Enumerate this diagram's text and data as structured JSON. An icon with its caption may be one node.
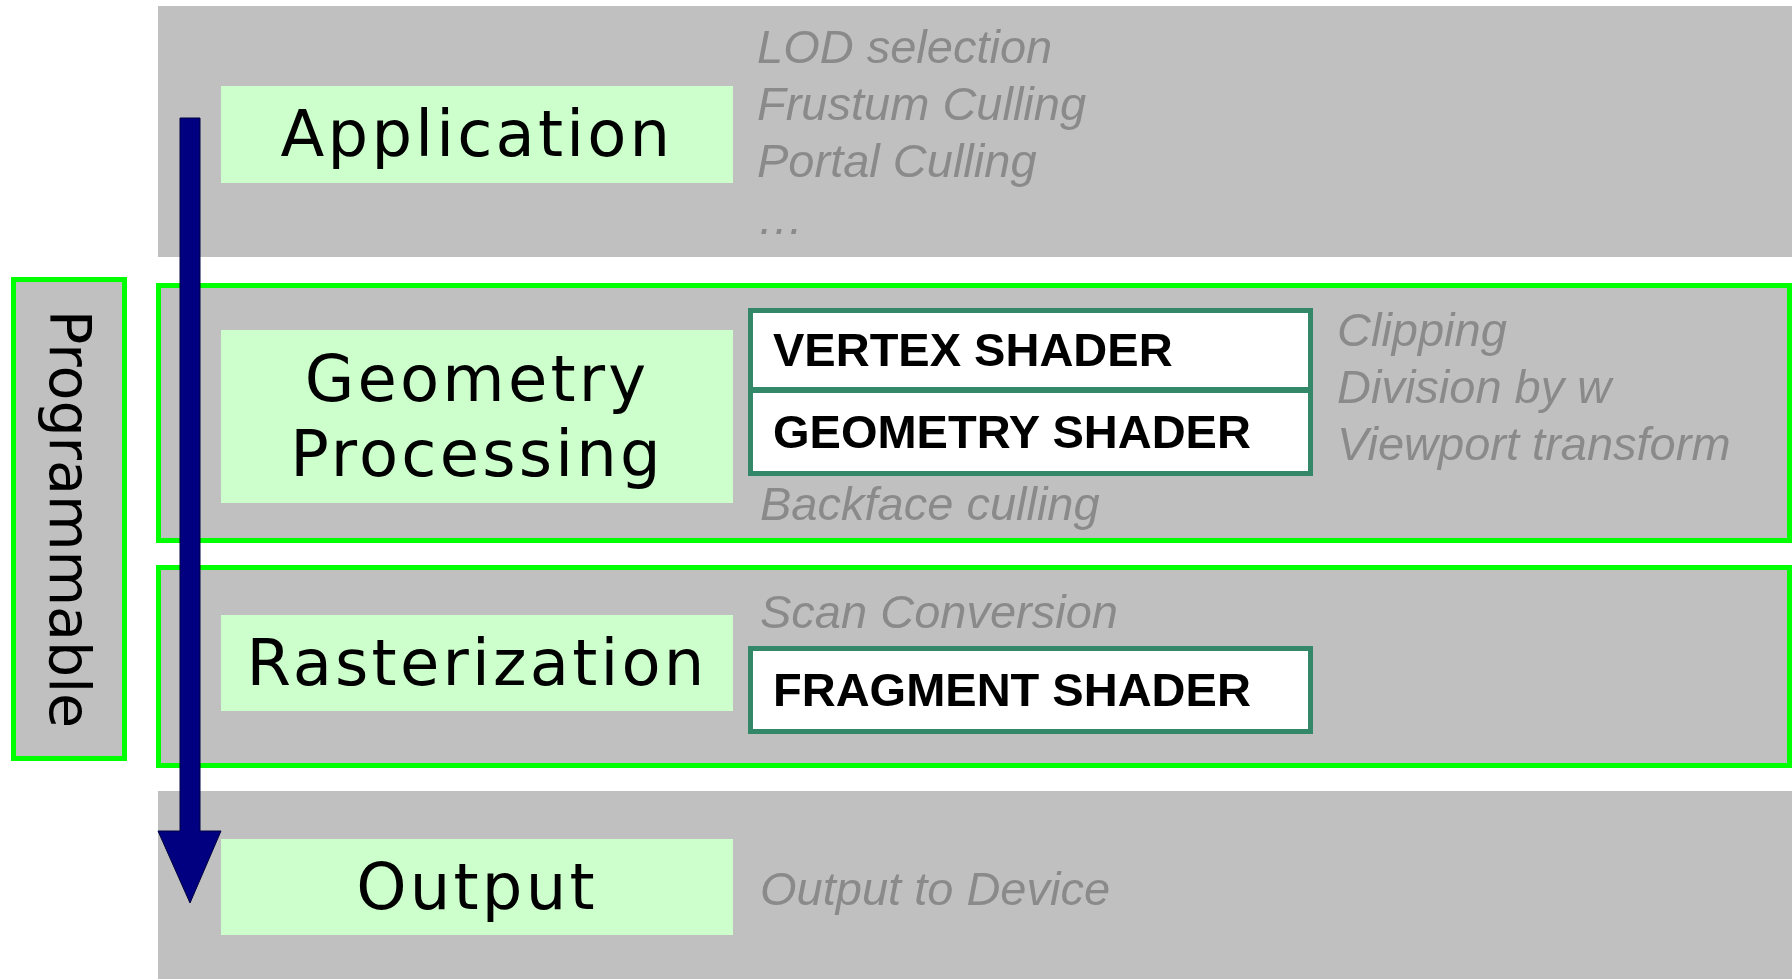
{
  "diagram": {
    "nodes": [
      {
        "text": [],
        "shape": "band"
      },
      {
        "text": [
          "Application"
        ],
        "in": 0
      },
      {
        "text": [],
        "shape": "band"
      },
      {
        "text": [
          "Geometry Processing"
        ],
        "in": 2
      },
      {
        "text": [
          "VERTEX SHADER"
        ],
        "in": 2
      },
      {
        "text": [
          "GEOMETRY SHADER"
        ],
        "in": 2
      },
      {
        "text": [],
        "shape": "band"
      },
      {
        "text": [
          "Rasterization"
        ],
        "in": 6
      },
      {
        "text": [
          "FRAGMENT SHADER"
        ],
        "in": 6
      },
      {
        "text": [],
        "shape": "band"
      },
      {
        "text": [
          "Output"
        ],
        "in": 9
      },
      {
        "text": [
          "Programmable"
        ]
      }
    ],
    "edges": [
      {
        "from": 0,
        "to": 9,
        "arrow": "to"
      }
    ],
    "labels": [
      "LOD selection",
      "Frustum Culling",
      "Portal Culling",
      "…",
      "Clipping",
      "Division by w",
      "Viewport transform",
      "Backface culling",
      "Scan Conversion",
      "Output to Device"
    ]
  }
}
